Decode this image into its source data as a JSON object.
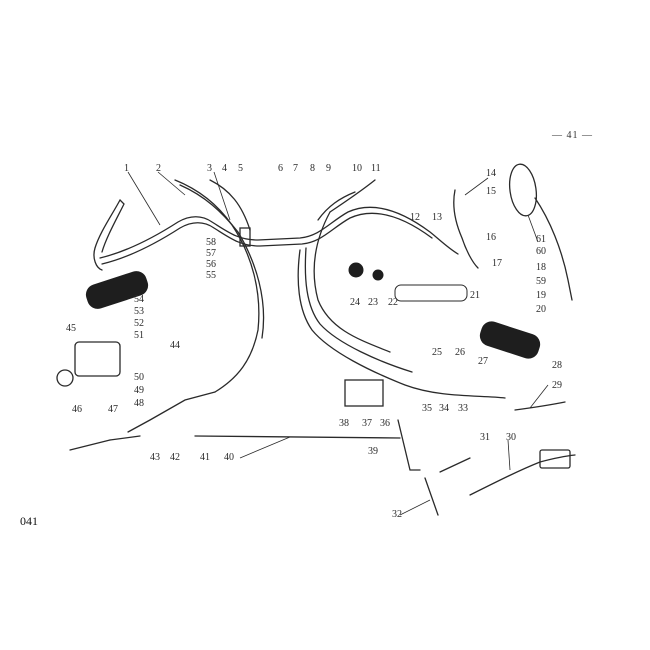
{
  "page": {
    "page_number": "— 41 —",
    "catalog_code": "041"
  },
  "parts": [
    "1",
    "2",
    "3",
    "4",
    "5",
    "6",
    "7",
    "8",
    "9",
    "10",
    "11",
    "12",
    "13",
    "14",
    "15",
    "16",
    "17",
    "18",
    "59",
    "19",
    "20",
    "21",
    "22",
    "23",
    "24",
    "25",
    "26",
    "27",
    "28",
    "29",
    "30",
    "31",
    "32",
    "33",
    "34",
    "35",
    "36",
    "37",
    "38",
    "39",
    "40",
    "41",
    "42",
    "43",
    "44",
    "45",
    "46",
    "47",
    "48",
    "49",
    "50",
    "51",
    "52",
    "53",
    "54",
    "55",
    "56",
    "57",
    "58",
    "60",
    "61"
  ],
  "colors": {
    "ink": "#2a2a2a",
    "grip": "#1e1e1e",
    "paper": "#ffffff"
  }
}
